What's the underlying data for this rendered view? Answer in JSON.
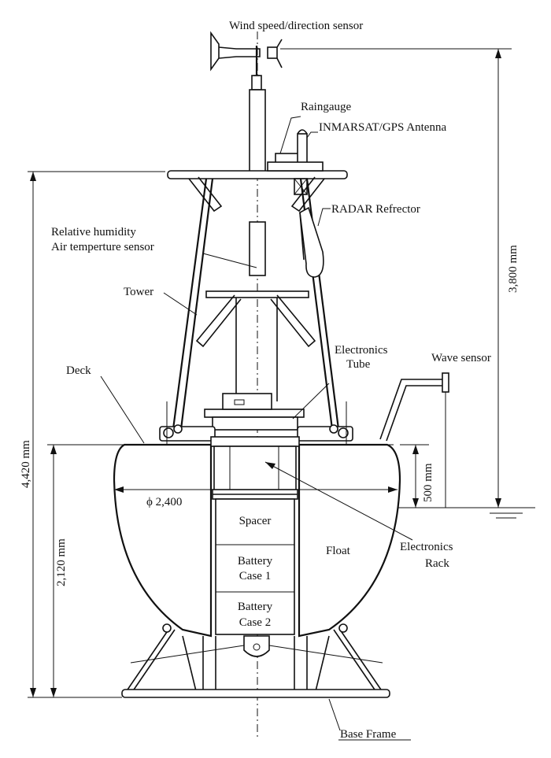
{
  "labels": {
    "wind_sensor": "Wind speed/direction sensor",
    "raingauge": "Raingauge",
    "antenna": "INMARSAT/GPS Antenna",
    "radar": "RADAR Refrector",
    "humidity_1": "Relative humidity",
    "humidity_2": "Air temperture sensor",
    "tower": "Tower",
    "electronics_tube_1": "Electronics",
    "electronics_tube_2": "Tube",
    "wave_sensor": "Wave sensor",
    "deck": "Deck",
    "diameter": "ϕ 2,400",
    "spacer": "Spacer",
    "battery1_1": "Battery",
    "battery1_2": "Case 1",
    "battery2_1": "Battery",
    "battery2_2": "Case 2",
    "float": "Float",
    "electronics_rack_1": "Electronics",
    "electronics_rack_2": "Rack",
    "base_frame": "Base Frame"
  },
  "dimensions": {
    "total_height": "4,420 mm",
    "tower_height": "3,800 mm",
    "hull_height": "2,120 mm",
    "draft": "500 mm"
  }
}
